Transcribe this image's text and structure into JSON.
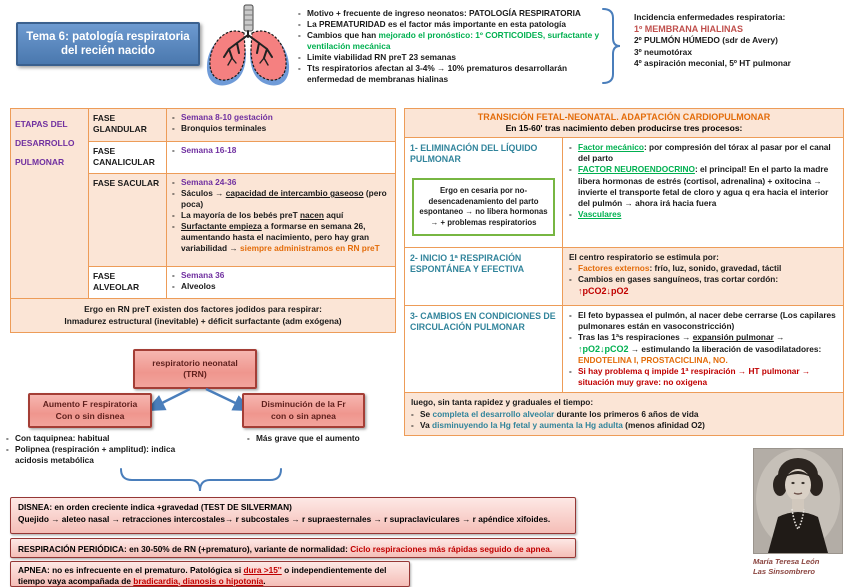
{
  "title_box": "Tema 6: patología respiratoria del recién nacido",
  "top_notes": {
    "b1": "Motivo + frecuente de ingreso neonatos: PATOLOGÍA RESPIRATORIA",
    "b2": "La PREMATURIDAD es el factor más importante en esta patología",
    "b3_pre": "Cambios que han ",
    "b3_green": "mejorado el pronóstico: 1º CORTICOIDES, surfactante y ventilación mecánica",
    "b4": "Limite viabilidad RN preT 23 semanas",
    "b5": "Tts respiratorios afectan al 3-4% → 10% prematuros desarrollarán enfermedad de membranas hialinas"
  },
  "incidence": {
    "heading": "Incidencia enfermedades respiratoria:",
    "l1": "1º MEMBRANA HIALINAS",
    "l2": "2º PULMÓN HÚMEDO (sdr de Avery)",
    "l3": "3º neumotórax",
    "l4": "4º aspiración meconial, 5º HT pulmonar"
  },
  "stages": {
    "header": "ETAPAS DEL DESARROLLO PULMONAR",
    "glandular": {
      "phase": "FASE GLANDULAR",
      "week": "Semana 8-10 gestación",
      "b1": "Bronquios terminales"
    },
    "canalicular": {
      "phase": "FASE CANALICULAR",
      "week": "Semana 16-18"
    },
    "sacular": {
      "phase": "FASE SACULAR",
      "week": "Semana 24-36",
      "b1_pre": "Sáculos → ",
      "b1_u": "capacidad de intercambio gaseoso",
      "b1_post": " (pero poca)",
      "b2_pre": "La mayoría de los bebés preT ",
      "b2_u": "nacen",
      "b2_post": " aquí",
      "b3_u": "Surfactante empieza",
      "b3_mid": " a formarse en semana 26, aumentando hasta el nacimiento, pero hay gran variabilidad → ",
      "b3_orange": "siempre administramos en RN preT"
    },
    "alveolar": {
      "phase": "FASE ALVEOLAR",
      "week": "Semana 36",
      "b1": "Alveolos"
    },
    "footer_l1": "Ergo en RN preT existen dos factores jodidos para respirar:",
    "footer_l2": "Inmadurez estructural (inevitable) + déficit surfactante (adm exógena)"
  },
  "transition": {
    "title": "TRANSICIÓN FETAL-NEONATAL. ADAPTACIÓN CARDIOPULMONAR",
    "subtitle": "En 15-60' tras nacimiento deben producirse tres procesos:",
    "s1": {
      "heading": "1- ELIMINACIÓN DEL LÍQUIDO PULMONAR",
      "note": "Ergo en cesaria por no-desencadenamiento del parto espontaneo → no libera hormonas → + problemas respiratorios",
      "b1_u": "Factor mecánico",
      "b1_post": ": por compresión del tórax al pasar por el canal del parto",
      "b2_u": "FACTOR NEUROENDOCRINO",
      "b2_post": ": el principal! En el parto la madre libera hormonas de estrés (cortisol, adrenalina) + oxitocina → invierte el transporte fetal de cloro y agua q era hacia el interior del pulmón → ahora irá hacia fuera",
      "b3_u": "Vasculares"
    },
    "s2": {
      "heading": "2- INICIO 1ª RESPIRACIÓN ESPONTÁNEA Y EFECTIVA",
      "intro": "El centro respiratorio se estimula por:",
      "b1_orange": "Factores externos",
      "b1_post": ": frío, luz, sonido, gravedad, táctil",
      "b2_pre": "Cambios en gases sanguíneos, tras cortar cordón: ",
      "b2_red": "↑pCO2↓pO2"
    },
    "s3": {
      "heading": "3- CAMBIOS EN CONDICIONES DE CIRCULACIÓN PULMONAR",
      "b1": "El feto bypassea el pulmón, al nacer debe cerrarse (Los capilares pulmonares están en vasoconstricción)",
      "b2_pre": "Tras las 1ªs respiraciones → ",
      "b2_u": "expansión pulmonar",
      "b2_mid": " → ",
      "b2_green": "↑pO2↓pCO2",
      "b2_mid2": " → estimulando la liberación de vasodilatadores: ",
      "b2_orange": "ENDOTELINA I, PROSTACICLINA, NO.",
      "b3": "Si hay problema q impide 1ª respiración → HT pulmonar → situación muy grave: no oxigena"
    },
    "footer": {
      "intro": "luego, sin tanta rapidez y graduales el tiempo:",
      "b1_pre": "Se ",
      "b1_teal": "completa el desarrollo alveolar",
      "b1_post": " durante los primeros 6 años de vida",
      "b2_pre": "Va ",
      "b2_teal": "disminuyendo la Hg fetal y aumenta la Hg adulta",
      "b2_post": " (menos afinidad O2)"
    }
  },
  "trn": {
    "main_l1": "respiratorio neonatal",
    "main_l2": "(TRN)",
    "left_l1": "Aumento F respiratoria",
    "left_l2": "Con o sin disnea",
    "right_l1": "Disminución de la Fr",
    "right_l2": "con o sin apnea",
    "left_b1": "Con taquipnea: habitual",
    "left_b2": "Polipnea (respiración + amplitud): indica acidosis metabólica",
    "right_b1": "Más grave que el aumento"
  },
  "bottom": {
    "disnea_l1": "DISNEA: en orden creciente indica +gravedad (TEST DE SILVERMAN)",
    "disnea_l2": "Quejido → aleteo nasal → retracciones intercostales→ r subcostales → r supraesternales → r supraclaviculares → r apéndice xifoides.",
    "periodica_pre": "RESPIRACIÓN PERIÓDICA: en 30-50% de RN (+prematuro), variante de normalidad: ",
    "periodica_red": "Ciclo respiraciones más rápidas seguido de apnea.",
    "apnea_pre": "APNEA: no es infrecuente en el prematuro. Patológica si ",
    "apnea_u1": "dura >15''",
    "apnea_mid": " o independientemente del tiempo vaya acompañada de ",
    "apnea_u2": "bradicardia, dianosis o hipotonía",
    "apnea_end": "."
  },
  "photo": {
    "caption_l1": "María Teresa León",
    "caption_l2": "Las Sinsombrero"
  },
  "icons": {
    "lungs": "lungs-icon",
    "bracket": "curly-bracket-icon",
    "underbrace": "underbrace-icon",
    "arrows": "flow-arrows-icon"
  },
  "colors": {
    "title_blue": "#4a78ae",
    "peach": "#fbe5d6",
    "orange_border": "#ed9c58",
    "orange_text": "#e36c0a",
    "purple": "#7030a0",
    "green": "#00b050",
    "teal": "#31849b",
    "red": "#c00000",
    "brick_red": "#c0504d",
    "pink_box_border": "#a43e36"
  }
}
